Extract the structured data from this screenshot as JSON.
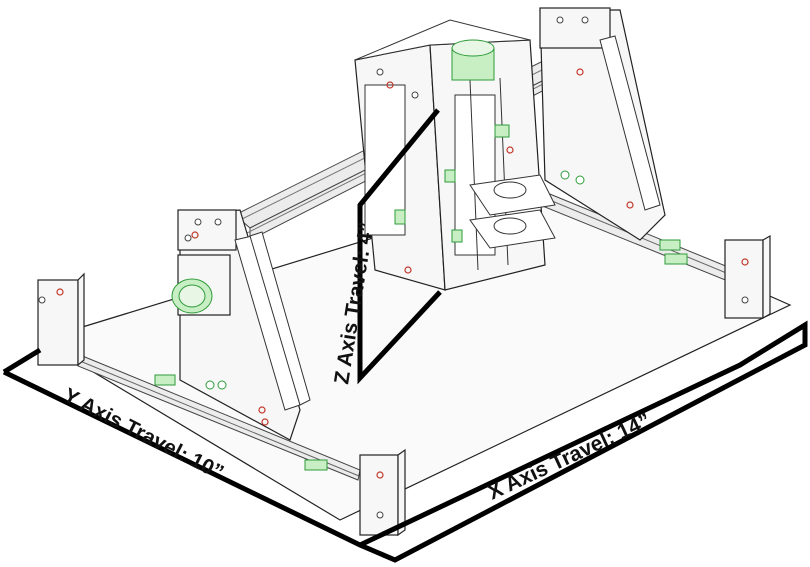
{
  "labels": {
    "z_axis": "Z Axis Travel: 4”",
    "y_axis": "Y Axis Travel: 10”",
    "x_axis": "X Axis Travel: 14”"
  },
  "colors": {
    "outline": "#000000",
    "motor_green": "#2e9b3a",
    "fastener_red": "#c0392b"
  }
}
